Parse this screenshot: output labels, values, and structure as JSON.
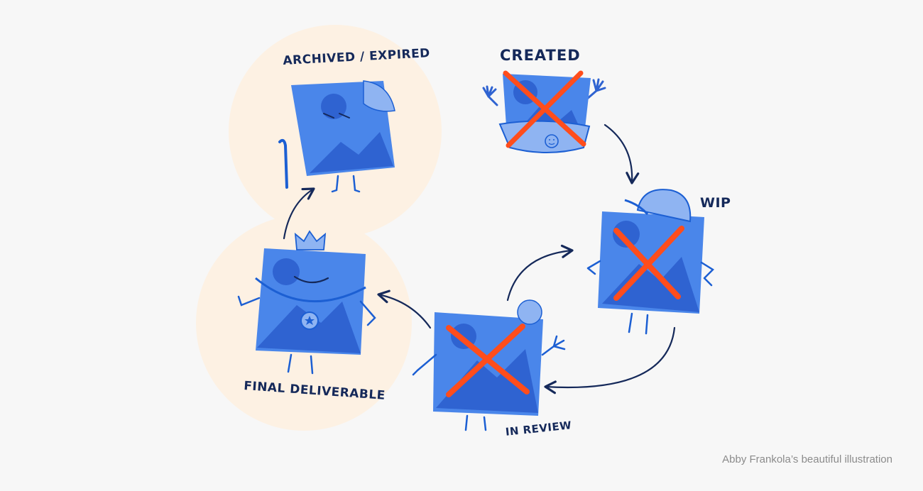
{
  "stages": {
    "created": "CREATED",
    "wip": "WIP",
    "in_review": "IN REVIEW",
    "final_deliverable": "FINAL DELIVERABLE",
    "archived_expired": "ARCHIVED / EXPIRED"
  },
  "credit": "Abby Frankola’s beautiful illustration",
  "colors": {
    "background": "#f7f7f7",
    "highlight": "#fdf1e3",
    "character_blue": "#4a86ea",
    "character_dark": "#2f63d1",
    "character_light": "#8fb4f2",
    "outline": "#1c5fd3",
    "arrow": "#15295a",
    "cross": "#ff4d1c",
    "credit_text": "#8b8b8b"
  },
  "icons": [
    "diaper-icon",
    "cap-icon",
    "crown-icon",
    "medal-icon",
    "cane-icon",
    "cross-mark-icon"
  ]
}
